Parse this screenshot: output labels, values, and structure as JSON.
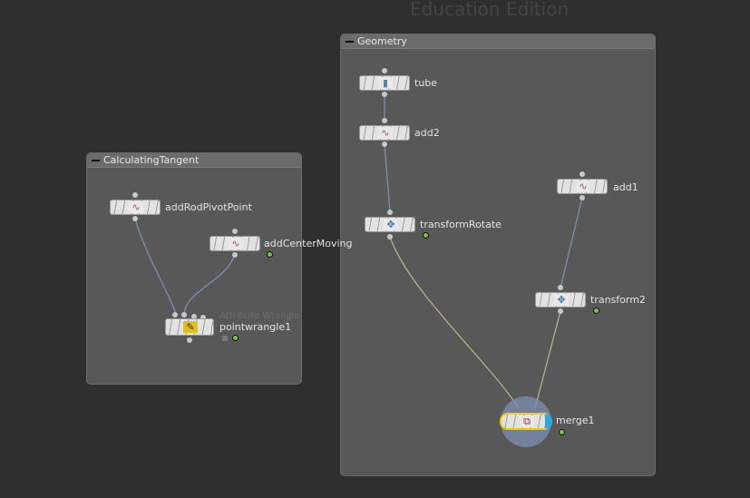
{
  "watermark": "Education Edition",
  "networks": {
    "calculating": {
      "title": "CalculatingTangent",
      "nodes": {
        "addRodPivotPoint": "addRodPivotPoint",
        "addCenterMoving": "addCenterMoving",
        "pointwrangle1": "pointwrangle1",
        "pointwrangle1_type": "Attribute Wrangle"
      }
    },
    "geometry": {
      "title": "Geometry",
      "nodes": {
        "tube": "tube",
        "add2": "add2",
        "transformRotate": "transformRotate",
        "add1": "add1",
        "transform2": "transform2",
        "merge1": "merge1"
      }
    }
  },
  "colors": {
    "wire_blue": "#7b95b8",
    "wire_yellow": "#b8b88a",
    "selected": "#f2cc00",
    "display_flag": "#2aa8e0"
  }
}
